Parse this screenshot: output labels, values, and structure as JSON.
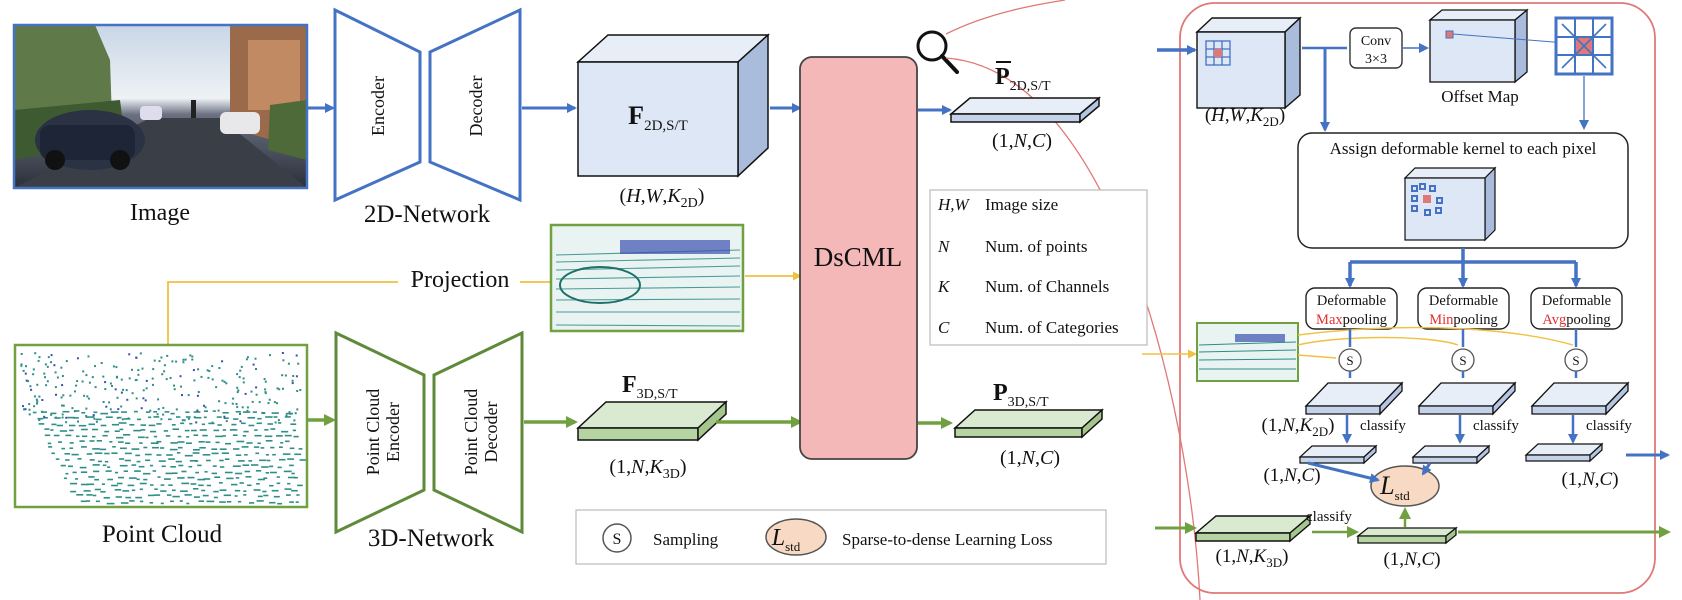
{
  "left": {
    "image_label": "Image",
    "point_cloud_label": "Point Cloud",
    "net2d": {
      "encoder": "Encoder",
      "decoder": "Decoder",
      "label": "2D-Network"
    },
    "net3d": {
      "encoder_l1": "Point Cloud",
      "encoder_l2": "Encoder",
      "decoder_l1": "Point Cloud",
      "decoder_l2": "Decoder",
      "label": "3D-Network"
    },
    "projection_label": "Projection",
    "f2d": {
      "main": "F",
      "sub": "2D,S/T",
      "dims": "(H,W,K₂ᴅ)"
    },
    "f2d_dims_parts": {
      "open": "(",
      "h": "H",
      "c1": ",",
      "w": "W",
      "c2": ",",
      "k": "K",
      "ksub": "2D",
      "close": ")"
    },
    "f3d": {
      "main": "F",
      "sub": "3D,S/T"
    },
    "f3d_dims_parts": {
      "open": "(1,",
      "n": "N",
      "c": ",",
      "k": "K",
      "ksub": "3D",
      "close": ")"
    },
    "dscml_label": "DsCML",
    "p2d": {
      "main": "P",
      "sub": "2D,S/T"
    },
    "p2d_dims_parts": {
      "open": "(1,",
      "n": "N",
      "c": ",",
      "cc": "C",
      "close": ")"
    },
    "p3d": {
      "main": "P",
      "sub": "3D,S/T"
    },
    "p3d_dims_parts": {
      "open": "(1,",
      "n": "N",
      "c": ",",
      "cc": "C",
      "close": ")"
    }
  },
  "legend": {
    "items": [
      {
        "sym": "H,W",
        "desc": "Image size"
      },
      {
        "sym": "N",
        "desc": "Num. of points"
      },
      {
        "sym": "K",
        "desc": "Num. of Channels"
      },
      {
        "sym": "C",
        "desc": "Num. of Categories"
      }
    ],
    "bottom": {
      "s_glyph": "S",
      "sampling": "Sampling",
      "loss_sym": "L",
      "loss_sub": "std",
      "loss_desc": "Sparse-to-dense Learning Loss"
    }
  },
  "right": {
    "input_dims": {
      "open": "(",
      "h": "H",
      "c1": ",",
      "w": "W",
      "c2": ",",
      "k": "K",
      "ksub": "2D",
      "close": ")"
    },
    "conv_l1": "Conv",
    "conv_l2": "3×3",
    "offset_map": "Offset Map",
    "assign_label": "Assign deformable kernel to each pixel",
    "pools": [
      {
        "top": "Deformable",
        "hl": "Max",
        "rest": "pooling"
      },
      {
        "top": "Deformable",
        "hl": "Min",
        "rest": "pooling"
      },
      {
        "top": "Deformable",
        "hl": "Avg",
        "rest": "pooling"
      }
    ],
    "s_glyph": "S",
    "classify": "classify",
    "feat_dims": {
      "open": "(1,",
      "n": "N",
      "c": ",",
      "k": "K",
      "ksub": "2D",
      "close": ")"
    },
    "out_dims": {
      "open": "(1,",
      "n": "N",
      "c": ",",
      "cc": "C",
      "close": ")"
    },
    "in3d_dims": {
      "open": "(1,",
      "n": "N",
      "c": ",",
      "k": "K",
      "ksub": "3D",
      "close": ")"
    },
    "loss_sym": "L",
    "loss_sub": "std"
  },
  "colors": {
    "blue": "#4472c4",
    "green": "#70a03f",
    "yellow": "#f0c040",
    "dscml_fill": "#f4b8b8",
    "pink": "#e07878",
    "red_text": "#e03030",
    "feat_blue": "#dde7f5",
    "feat_green": "#d9ead0"
  }
}
